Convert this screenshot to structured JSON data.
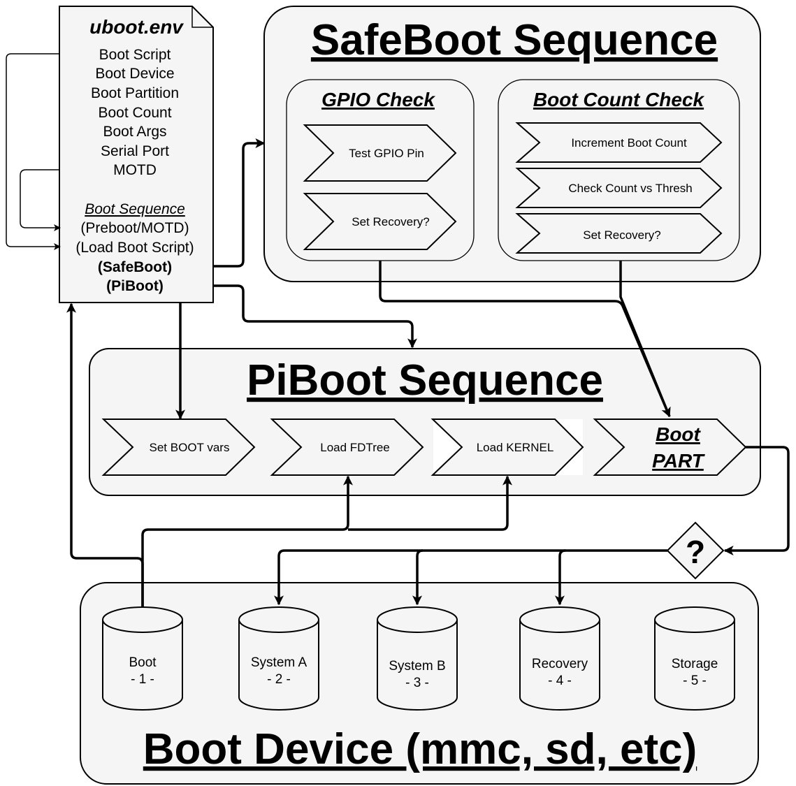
{
  "env_file": {
    "title": "uboot.env",
    "items": [
      "Boot Script",
      "Boot Device",
      "Boot Partition",
      "Boot Count",
      "Boot Args",
      "Serial Port",
      "MOTD"
    ],
    "sequence_title": "Boot Sequence",
    "sequence": [
      "(Preboot/MOTD)",
      "(Load Boot Script)",
      "(SafeBoot)",
      "(PiBoot)"
    ]
  },
  "safeboot": {
    "title": "SafeBoot Sequence",
    "gpio": {
      "title": "GPIO Check",
      "steps": [
        "Test GPIO Pin",
        "Set Recovery?"
      ]
    },
    "count": {
      "title": "Boot Count Check",
      "steps": [
        "Increment Boot Count",
        "Check Count vs Thresh",
        "Set Recovery?"
      ]
    }
  },
  "piboot": {
    "title": "PiBoot Sequence",
    "steps": [
      "Set BOOT vars",
      "Load FDTree",
      "Load KERNEL"
    ],
    "final_step": [
      "Boot",
      "PART"
    ]
  },
  "decision": "?",
  "device": {
    "title": "Boot Device (mmc, sd, etc)",
    "partitions": [
      {
        "name": "Boot",
        "num": "- 1 -"
      },
      {
        "name": "System A",
        "num": "- 2 -"
      },
      {
        "name": "System B",
        "num": "- 3 -"
      },
      {
        "name": "Recovery",
        "num": "- 4 -"
      },
      {
        "name": "Storage",
        "num": "- 5 -"
      }
    ]
  }
}
